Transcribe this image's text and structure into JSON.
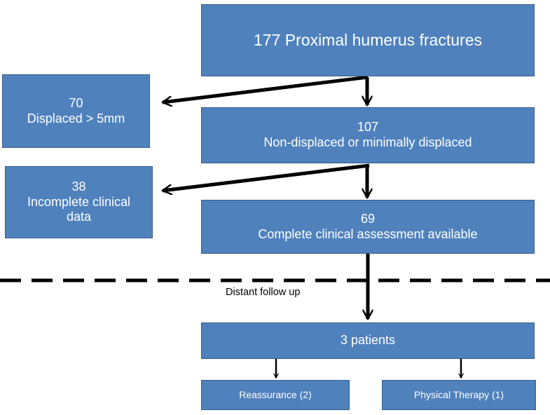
{
  "flowchart": {
    "total": {
      "text": "177 Proximal humerus fractures"
    },
    "displaced": {
      "count": "70",
      "desc": "Displaced > 5mm"
    },
    "non_displaced": {
      "count": "107",
      "desc": "Non-displaced or minimally displaced"
    },
    "incomplete": {
      "count": "38",
      "desc_line1": "Incomplete clinical",
      "desc_line2": "data"
    },
    "complete": {
      "count": "69",
      "desc": "Complete clinical assessment available"
    },
    "follow_up_label": "Distant follow up",
    "patients": {
      "text": "3 patients"
    },
    "reassurance": {
      "text": "Reassurance (2)"
    },
    "physical_therapy": {
      "text": "Physical Therapy (1)"
    }
  },
  "colors": {
    "box_fill": "#4f81bd",
    "box_border": "#385d8a",
    "box_text": "#ffffff",
    "arrow": "#000000"
  }
}
